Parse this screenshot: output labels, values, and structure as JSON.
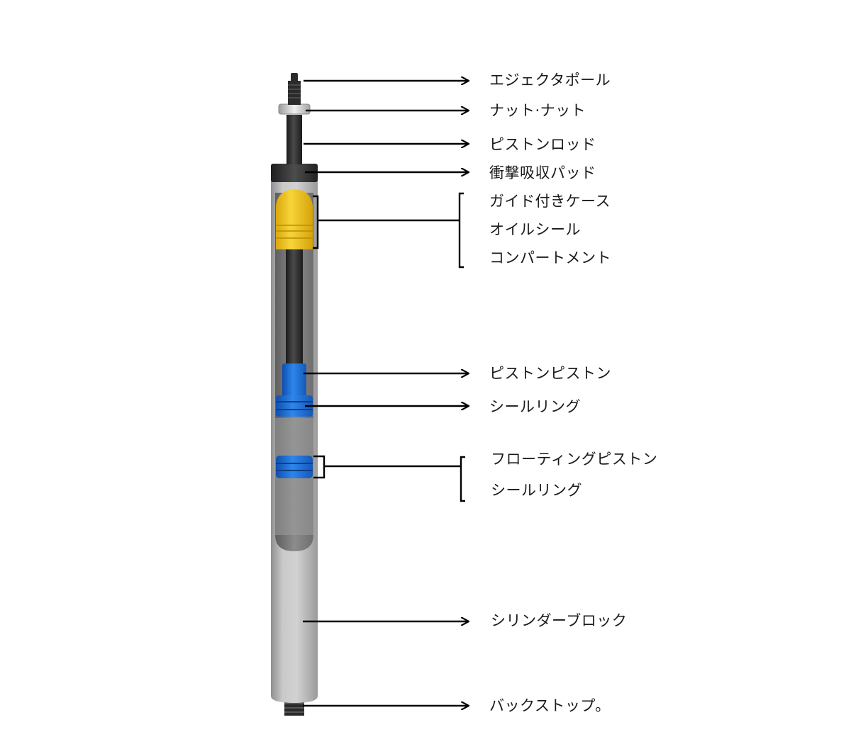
{
  "labels": {
    "ejector_pole": "エジェクタポール",
    "nut": "ナット·ナット",
    "piston_rod": "ピストンロッド",
    "shock_pad": "衝撃吸収パッド",
    "guide_case": "ガイド付きケース",
    "oil_seal": "オイルシール",
    "compartment": "コンパートメント",
    "piston": "ピストンピストン",
    "seal_ring_1": "シールリング",
    "floating_piston": "フローティングピストン",
    "seal_ring_2": "シールリング",
    "cylinder_block": "シリンダーブロック",
    "backstop": "バックストップ。"
  },
  "colors": {
    "cylinder": "#bdbdbd",
    "rod": "#2a2a2a",
    "guide": "#f2c318",
    "piston": "#1f74d6",
    "text": "#1a1a1a"
  }
}
